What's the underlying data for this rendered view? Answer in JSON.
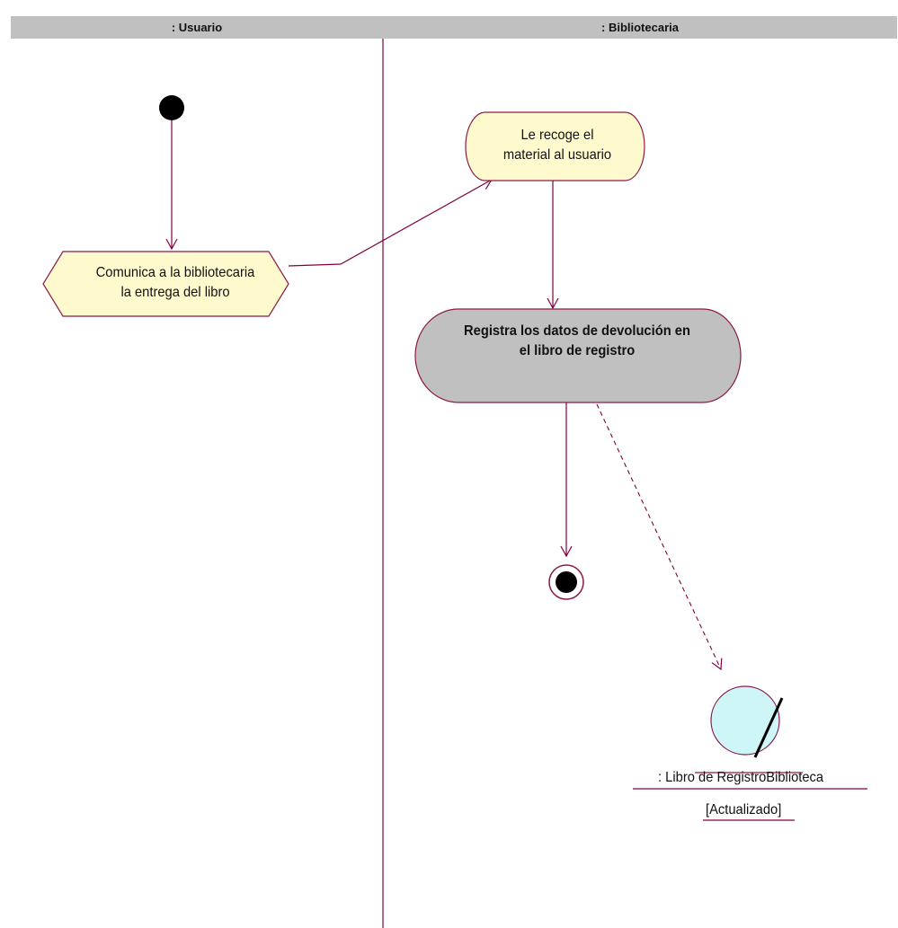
{
  "swimlanes": [
    {
      "label": ": Usuario"
    },
    {
      "label": ": Bibliotecaria"
    }
  ],
  "activities": {
    "comunica": {
      "line1": "Comunica a la bibliotecaria",
      "line2": "la entrega del libro"
    },
    "recoge": {
      "line1": "Le recoge el",
      "line2": "material al usuario"
    },
    "registra": {
      "line1": "Registra los datos de devolución en",
      "line2": "el libro de registro"
    }
  },
  "object": {
    "name": ": Libro de RegistroBiblioteca",
    "state": "[Actualizado]"
  },
  "colors": {
    "activity_fill": "#fffacd",
    "activity_stroke": "#8b1a4a",
    "selected_fill": "#c0c0c0",
    "lane_header": "#c0c0c0",
    "line": "#800040",
    "object_fill": "#cff6f6"
  }
}
